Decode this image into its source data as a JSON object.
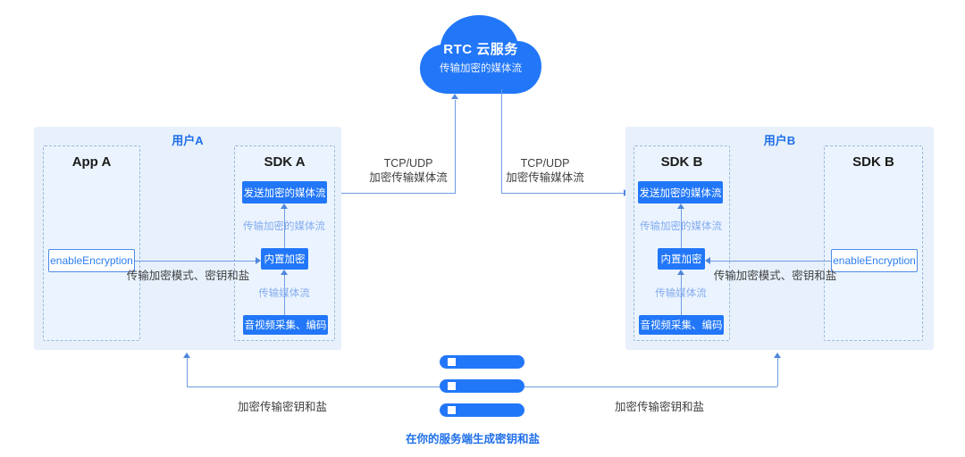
{
  "colors": {
    "primary_blue": "#2277f8",
    "panel_bg": "#e7f0fb",
    "dashed_border": "#9cb8dc",
    "line_blue": "#6d9be2",
    "label_light_blue": "#85acf0",
    "label_dark": "#404040",
    "title_blue": "#1f6fe8"
  },
  "cloud": {
    "title": "RTC 云服务",
    "subtitle": "传输加密的媒体流"
  },
  "tcp_left": {
    "line1": "TCP/UDP",
    "line2": "加密传输媒体流"
  },
  "tcp_right": {
    "line1": "TCP/UDP",
    "line2": "加密传输媒体流"
  },
  "user_a": {
    "title": "用户A",
    "app_title": "App A",
    "sdk_title": "SDK A",
    "enable_button": "enableEncryption",
    "send_box": "发送加密的媒体流",
    "encrypted_stream_label": "传输加密的媒体流",
    "encrypt_box": "内置加密",
    "stream_label": "传输媒体流",
    "capture_box": "音视频采集、编码",
    "mode_label": "传输加密模式、密钥和盐"
  },
  "user_b": {
    "title": "用户B",
    "sdk_title": "SDK B",
    "app_title": "SDK B",
    "enable_button": "enableEncryption",
    "send_box": "发送加密的媒体流",
    "encrypted_stream_label": "传输加密的媒体流",
    "encrypt_box": "内置加密",
    "stream_label": "传输媒体流",
    "capture_box": "音视频采集、编码",
    "mode_label": "传输加密模式、密钥和盐"
  },
  "server": {
    "caption": "在你的服务端生成密钥和盐"
  },
  "key_left_label": "加密传输密钥和盐",
  "key_right_label": "加密传输密钥和盐"
}
